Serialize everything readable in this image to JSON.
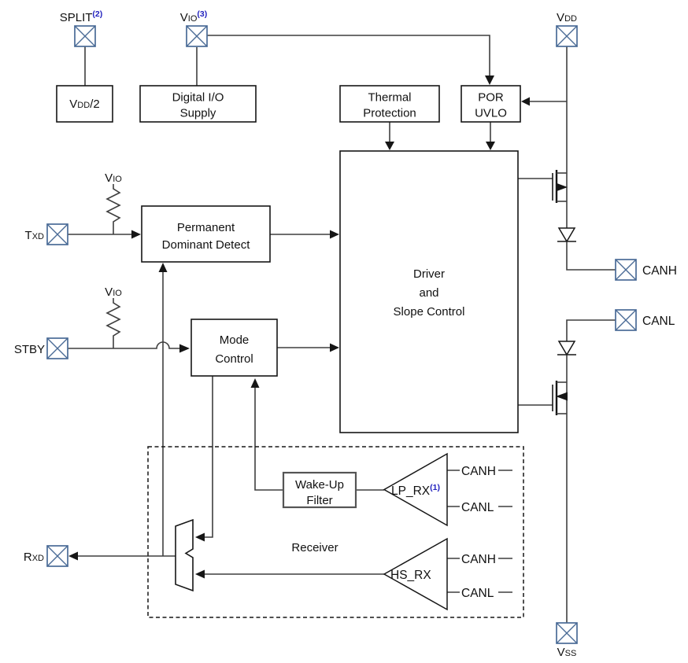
{
  "colors": {
    "wire": "#3f3f3f",
    "border": "#161616",
    "terminal": "#4a6b96",
    "note": "#2323bf",
    "text": "#111111",
    "background": "#ffffff"
  },
  "terminals": {
    "split": {
      "label": "SPLIT",
      "note": "(2)"
    },
    "vio": {
      "label": "V",
      "sub": "IO",
      "note": "(3)"
    },
    "vdd": {
      "label": "V",
      "sub": "DD"
    },
    "txd": {
      "label": "T",
      "sub": "XD"
    },
    "stby": {
      "label": "STBY"
    },
    "rxd": {
      "label": "R",
      "sub": "XD"
    },
    "canh": {
      "label": "CANH"
    },
    "canl": {
      "label": "CANL"
    },
    "vss": {
      "label": "V",
      "sub": "SS"
    }
  },
  "pullup": {
    "label": "V",
    "sub": "IO"
  },
  "blocks": {
    "vdd_half": {
      "pre": "V",
      "sub": "DD",
      "post": "/2"
    },
    "digital_io": {
      "line1": "Digital I/O",
      "line2": "Supply"
    },
    "thermal": {
      "line1": "Thermal",
      "line2": "Protection"
    },
    "por": {
      "line1": "POR",
      "line2": "UVLO"
    },
    "driver": {
      "line1": "Driver",
      "line2": "and",
      "line3": "Slope Control"
    },
    "pdd": {
      "line1": "Permanent",
      "line2": "Dominant Detect"
    },
    "mode": {
      "line1": "Mode",
      "line2": "Control"
    },
    "wakeup": {
      "line1": "Wake-Up",
      "line2": "Filter"
    },
    "receiver": {
      "label": "Receiver"
    },
    "lp_rx": {
      "label": "LP_RX",
      "note": "(1)"
    },
    "hs_rx": {
      "label": "HS_RX"
    },
    "bus": {
      "canh": "CANH",
      "canl": "CANL"
    }
  }
}
